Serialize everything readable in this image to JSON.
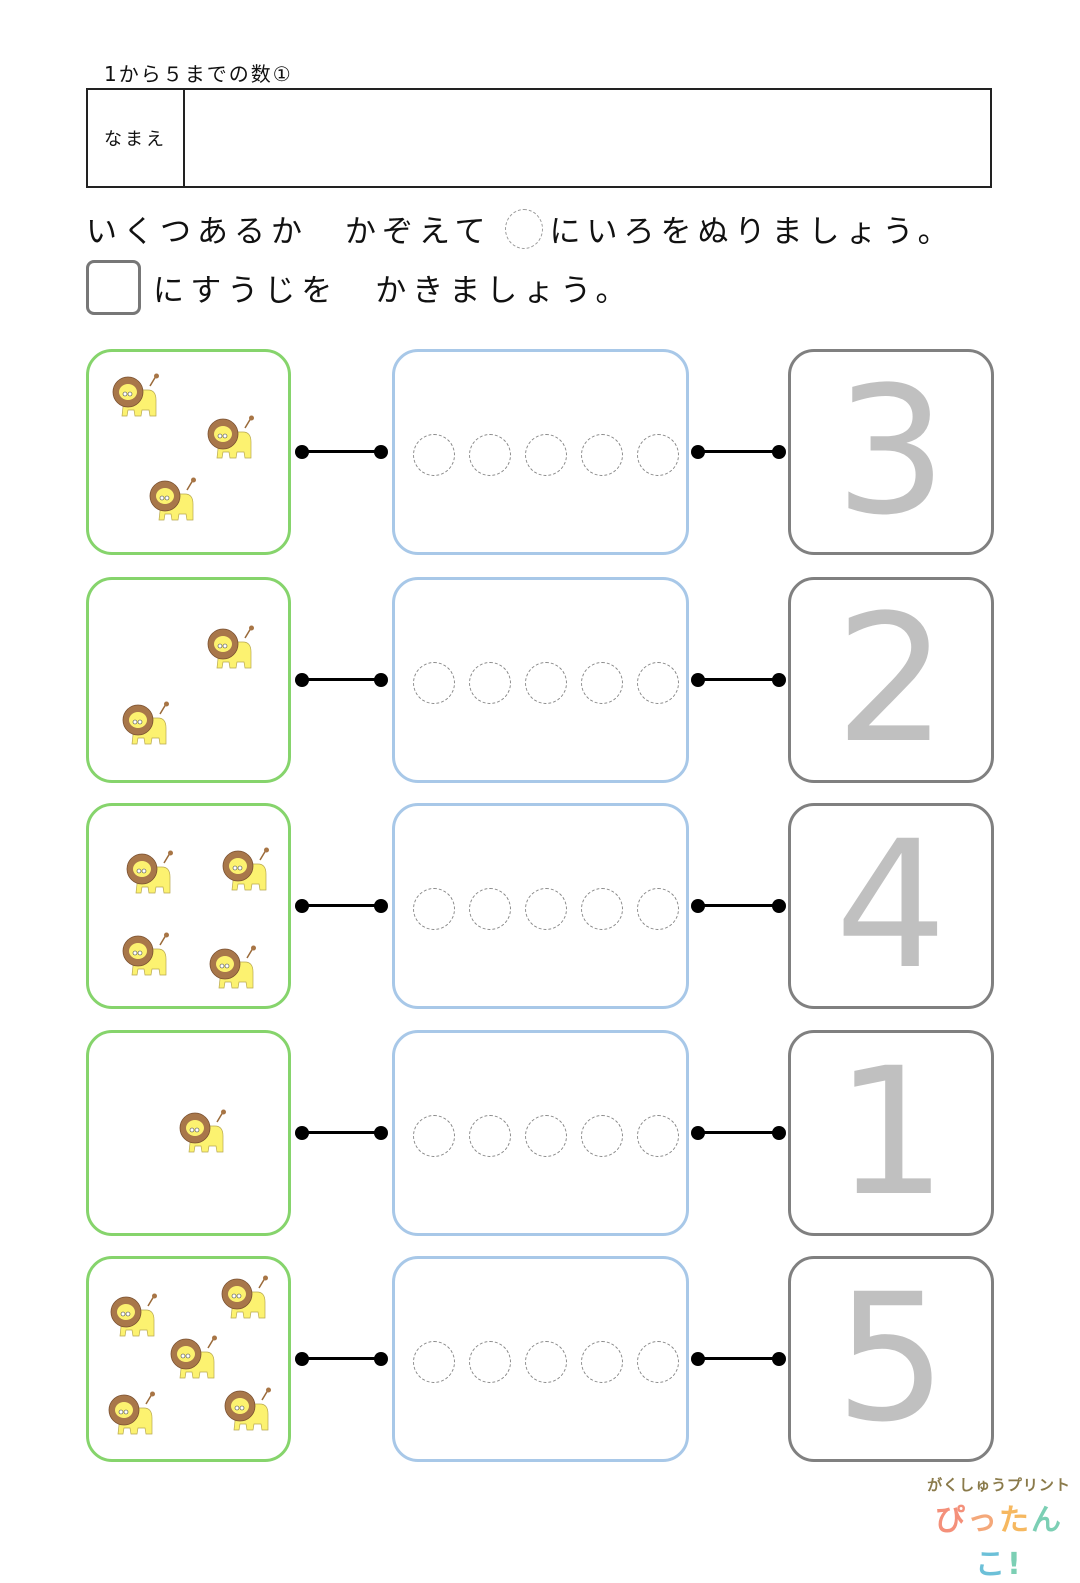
{
  "worksheet": {
    "title": "1から５までの数①",
    "name_label": "なまえ",
    "name_value": ""
  },
  "instructions": {
    "line1_a": "いくつあるか　かぞえて",
    "line1_b": "にいろをぬりましょう。",
    "line2": "にすうじを　かきましょう。"
  },
  "colors": {
    "picture_border": "#86d46c",
    "circle_border": "#a8c8e8",
    "number_border": "#808080",
    "number_text": "#c0c0c0"
  },
  "rows": [
    {
      "lion_count": 3,
      "number": "3",
      "circles": 5
    },
    {
      "lion_count": 2,
      "number": "2",
      "circles": 5
    },
    {
      "lion_count": 4,
      "number": "4",
      "circles": 5
    },
    {
      "lion_count": 1,
      "number": "1",
      "circles": 5
    },
    {
      "lion_count": 5,
      "number": "5",
      "circles": 5
    }
  ],
  "logo": {
    "top": "がくしゅうプリント",
    "bottom_chars": [
      "ぴ",
      "っ",
      "た",
      "ん",
      "こ",
      "!"
    ],
    "bottom_colors": [
      "#f4907a",
      "#f4a87a",
      "#f6b860",
      "#7ccfb4",
      "#6cc0d8",
      "#7ccfb4"
    ]
  }
}
